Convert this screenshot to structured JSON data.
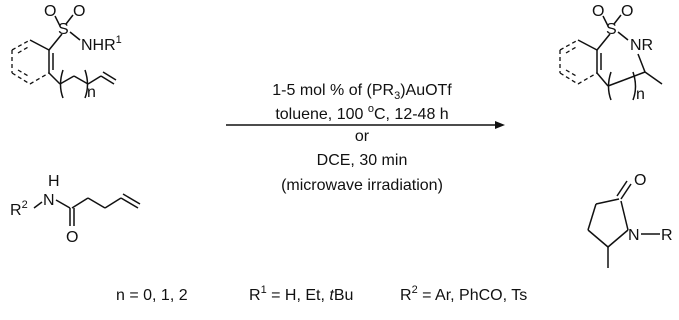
{
  "reagents": {
    "line1_prefix": "1-5 mol % of (PR",
    "line1_sub": "3",
    "line1_suffix": ")AuOTf",
    "line2_prefix": "toluene, 100 ",
    "line2_deg": "o",
    "line2_suffix": "C, 12-48 h",
    "or": "or",
    "line3": "DCE, 30 min",
    "line4": "(microwave irradiation)"
  },
  "reactant_sulfonamide": {
    "o1": "O",
    "s": "S",
    "o2": "O",
    "nh_prefix": "NHR",
    "nh_sup": "1",
    "n_label": "n"
  },
  "reactant_amide": {
    "r": "R",
    "r_sup": "2",
    "n": "N",
    "h": "H",
    "o": "O"
  },
  "product_sultam": {
    "o1": "O",
    "s": "S",
    "o2": "O",
    "nr": "NR",
    "n_label": "n"
  },
  "product_lactam": {
    "o": "O",
    "n": "N",
    "r": "R"
  },
  "footnote": {
    "n_values": "n = 0, 1, 2",
    "r1_prefix": "R",
    "r1_sup": "1",
    "r1_values_a": " = H, Et, ",
    "r1_values_t": "t",
    "r1_values_b": "Bu",
    "r2_prefix": "R",
    "r2_sup": "2",
    "r2_values": " = Ar, PhCO, Ts"
  }
}
